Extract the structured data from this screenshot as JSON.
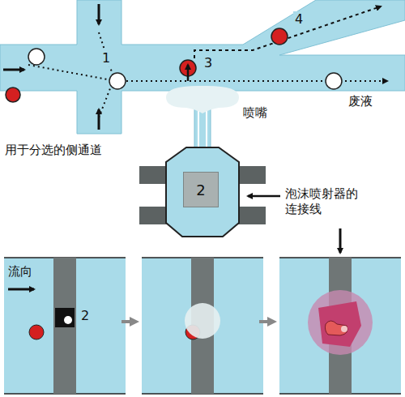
{
  "diagram": {
    "nodes": [
      {
        "text": [
          "2"
        ]
      }
    ],
    "labels": [
      "1",
      "3",
      "4",
      "废液",
      "喷嘴",
      "用于分选的侧通道",
      "泡沫喷射器的连接线",
      "流向",
      "2"
    ]
  }
}
